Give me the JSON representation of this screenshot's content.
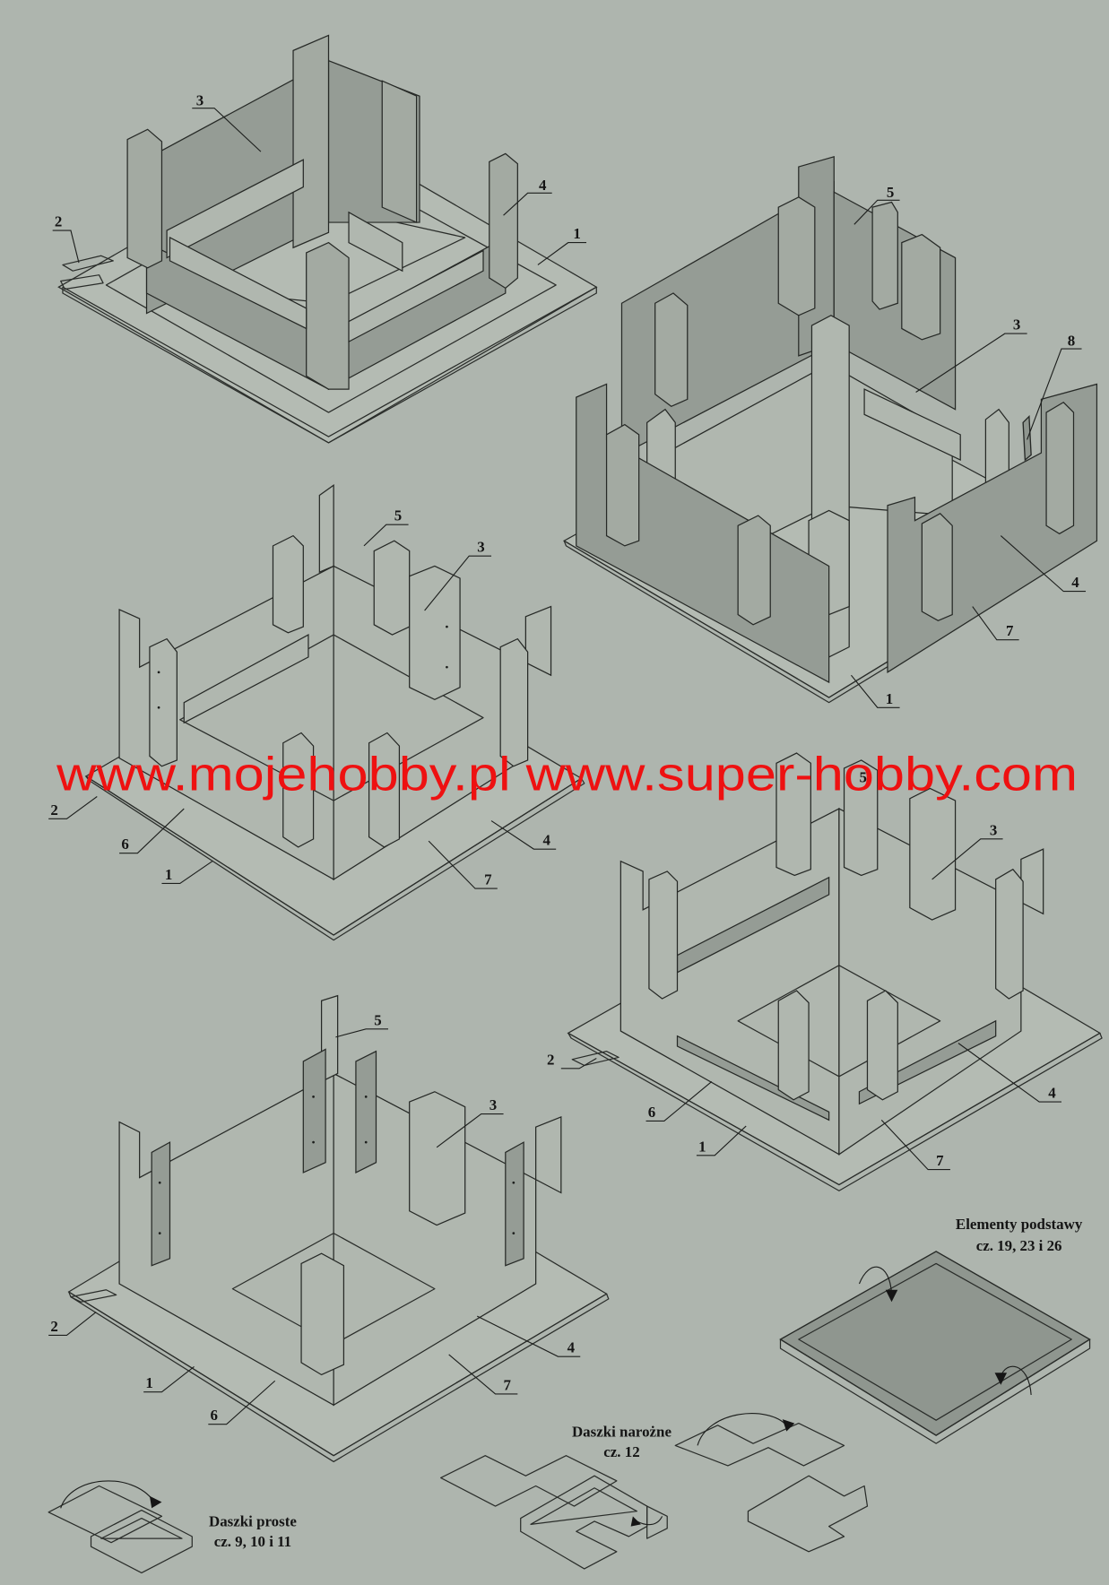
{
  "page": {
    "type": "assembly-instruction-sheet",
    "background_color": "#aeb5ae",
    "line_color": "#2a2d2a",
    "shade_color": "#959c95"
  },
  "watermark": {
    "text": "www.mojehobby.pl www.super-hobby.com",
    "color": "#ee1111"
  },
  "steps": [
    {
      "id": "step-1",
      "position": "top-left",
      "labels": [
        "3",
        "4",
        "2",
        "1"
      ]
    },
    {
      "id": "step-2",
      "position": "top-right",
      "labels": [
        "5",
        "3",
        "8",
        "4",
        "7",
        "1"
      ]
    },
    {
      "id": "step-3",
      "position": "middle-left",
      "labels": [
        "5",
        "3",
        "2",
        "6",
        "1",
        "4",
        "7"
      ]
    },
    {
      "id": "step-4",
      "position": "middle-right",
      "labels": [
        "5",
        "3",
        "2",
        "6",
        "1",
        "4",
        "7"
      ]
    },
    {
      "id": "step-5",
      "position": "bottom-left",
      "labels": [
        "5",
        "3",
        "2",
        "1",
        "6",
        "4",
        "7"
      ]
    }
  ],
  "captions": {
    "base_elements": {
      "title": "Elementy podstawy",
      "parts": "cz. 19, 23 i 26"
    },
    "corner_roofs": {
      "title": "Daszki narożne",
      "parts": "cz. 12"
    },
    "straight_roofs": {
      "title": "Daszki proste",
      "parts": "cz. 9, 10 i 11"
    }
  }
}
